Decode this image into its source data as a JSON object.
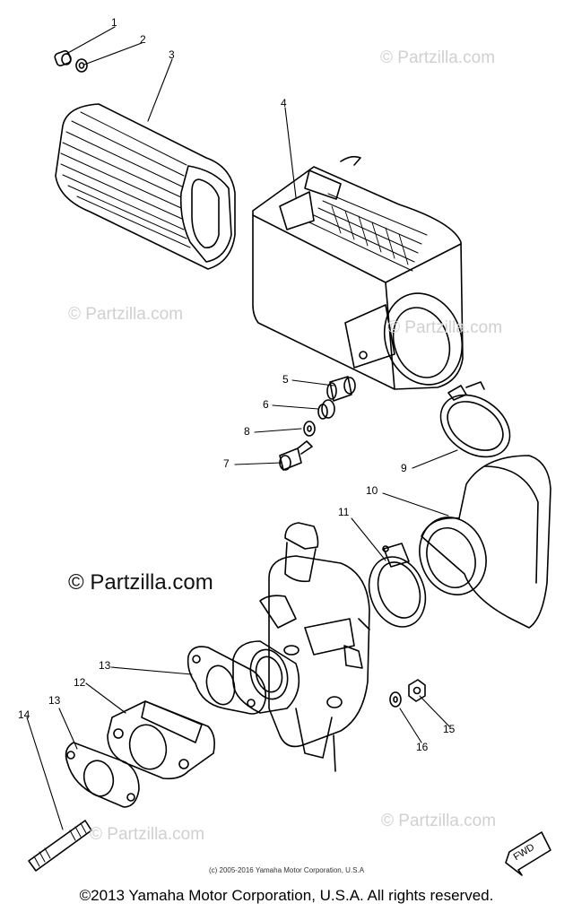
{
  "watermarks": [
    "© Partzilla.com",
    "© Partzilla.com",
    "© Partzilla.com",
    "© Partzilla.com",
    "© Partzilla.com",
    "© Partzilla.com"
  ],
  "callouts": [
    "1",
    "2",
    "3",
    "4",
    "5",
    "6",
    "8",
    "7",
    "9",
    "10",
    "11",
    "13",
    "12",
    "13",
    "14",
    "15",
    "16"
  ],
  "fwd_label": "FWD",
  "caption": "(c) 2005-2016 Yamaha Motor Corporation, U.S.A",
  "copyright": "©2013 Yamaha Motor Corporation, U.S.A. All rights reserved."
}
